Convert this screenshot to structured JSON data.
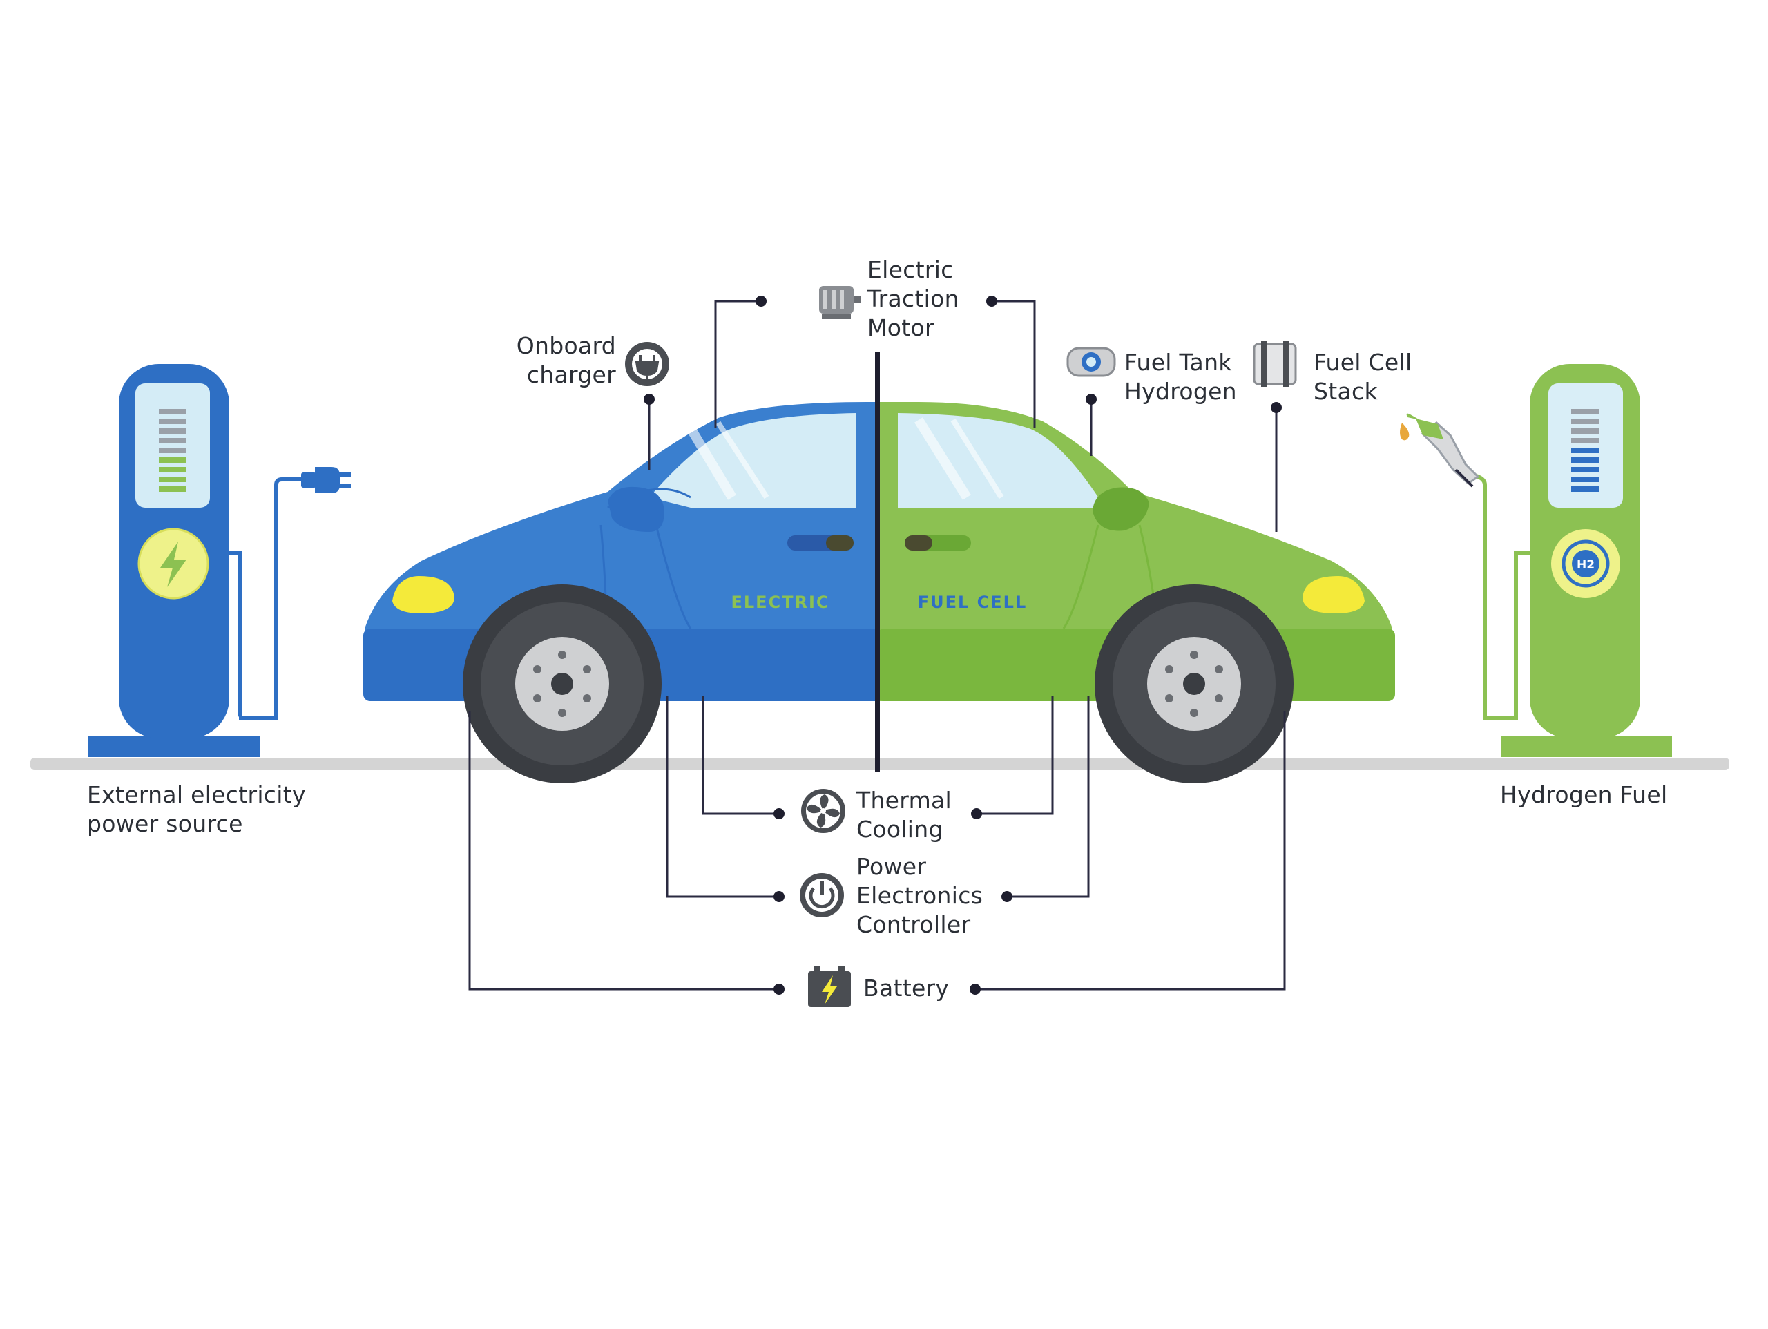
{
  "car": {
    "left_text": "ELECTRIC",
    "right_text": "FUEL CELL"
  },
  "labels": {
    "motor": [
      "Electric",
      "Traction",
      "Motor"
    ],
    "onboard_charger": [
      "Onboard",
      "charger"
    ],
    "fuel_tank": [
      "Fuel Tank",
      "Hydrogen"
    ],
    "fuel_cell": [
      "Fuel Cell",
      "Stack"
    ],
    "external_power": [
      "External electricity",
      "power source"
    ],
    "hydrogen_fuel": "Hydrogen Fuel",
    "thermal": [
      "Thermal",
      "Cooling"
    ],
    "power_electronics": [
      "Power",
      "Electronics",
      "Controller"
    ],
    "battery": "Battery",
    "h2_symbol": "H2"
  },
  "colors": {
    "electric_blue": "#3a7fcf",
    "fuel_green": "#8cc152",
    "leader_line": "#2a2a40",
    "label_text": "#2b2f36",
    "ground": "#d4d4d4"
  },
  "icons": [
    "plug-icon",
    "lightning-icon",
    "hydrogen-icon",
    "fuel-nozzle-icon",
    "motor-icon",
    "fuel-tank-icon",
    "fuel-cell-stack-icon",
    "fan-icon",
    "power-icon",
    "battery-icon"
  ]
}
